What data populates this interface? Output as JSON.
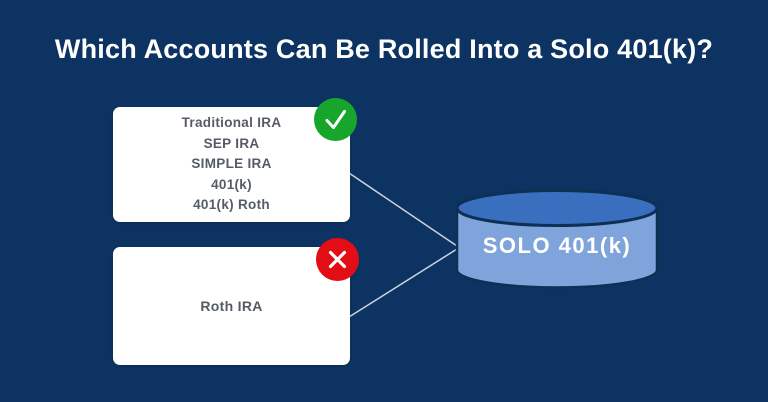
{
  "title": "Which Accounts Can Be Rolled Into a Solo 401(k)?",
  "eligible_box": {
    "badge_icon": "check-icon",
    "items": [
      "Traditional IRA",
      "SEP IRA",
      "SIMPLE IRA",
      "401(k)",
      "401(k) Roth"
    ]
  },
  "ineligible_box": {
    "badge_icon": "cross-icon",
    "items": [
      "Roth IRA"
    ]
  },
  "target": {
    "label": "SOLO 401(k)",
    "shape": "database-cylinder"
  },
  "colors": {
    "bg": "#0c3362",
    "title-text": "#ffffff",
    "box-bg": "#ffffff",
    "box-text": "#565c66",
    "check-green": "#17a52c",
    "cross-red": "#e30d16",
    "cylinder-body": "#7ea4db",
    "cylinder-top": "#3a6fc0",
    "cylinder-outline": "#0e3055",
    "connector": "#ccd4e0",
    "target-text": "#ffffff"
  }
}
